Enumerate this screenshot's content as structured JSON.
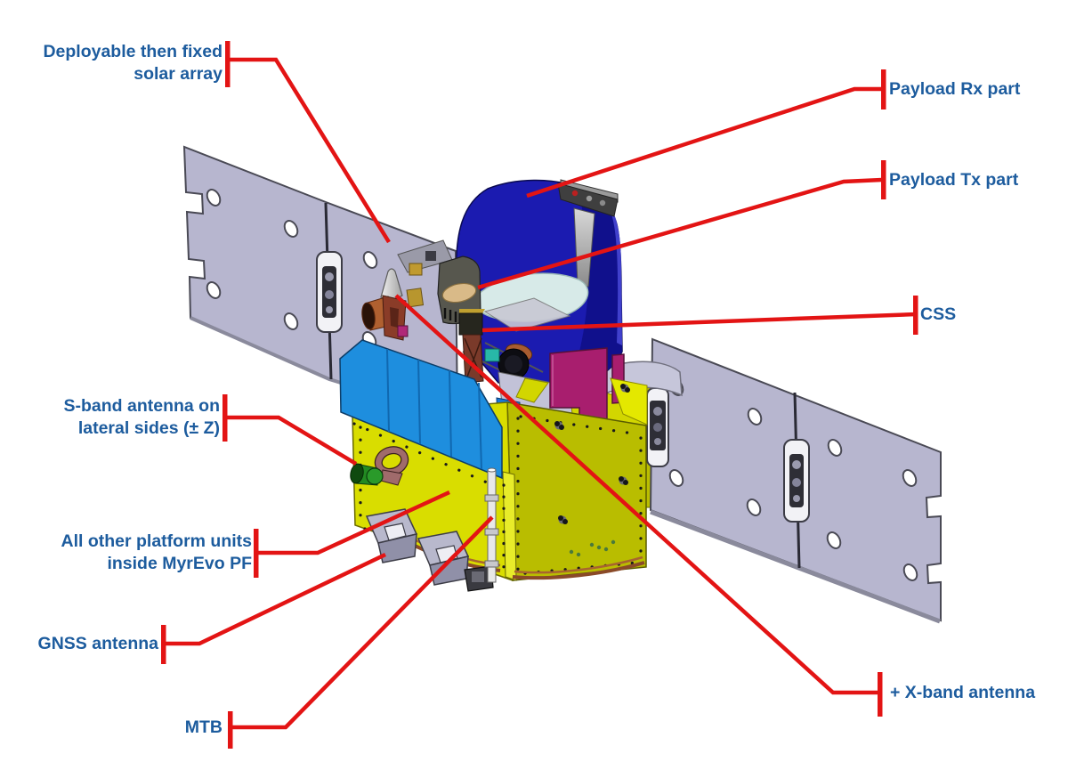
{
  "title_context": "Satellite configuration callout diagram",
  "colors": {
    "leader_red": "#e31414",
    "label_blue": "#1d5c9e",
    "solar_panel": "#b7b6cf",
    "dome_blue": "#1b1bb0",
    "platform_yellow": "#d9dd00",
    "side_panel_blue": "#1e8ede",
    "payload_magenta": "#a81e6e"
  },
  "callouts": {
    "solar_array": {
      "lines": [
        "Deployable then fixed",
        "solar array"
      ]
    },
    "payload_rx": {
      "lines": [
        "Payload Rx part"
      ]
    },
    "payload_tx": {
      "lines": [
        "Payload Tx part"
      ]
    },
    "css": {
      "lines": [
        "CSS"
      ]
    },
    "s_band": {
      "lines": [
        "S-band antenna on",
        "lateral sides (± Z)"
      ]
    },
    "platform_units": {
      "lines": [
        "All other platform units",
        "inside MyrEvo PF"
      ]
    },
    "gnss": {
      "lines": [
        "GNSS antenna"
      ]
    },
    "mtb": {
      "lines": [
        "MTB"
      ]
    },
    "x_band": {
      "lines": [
        "+ X-band antenna"
      ]
    }
  }
}
